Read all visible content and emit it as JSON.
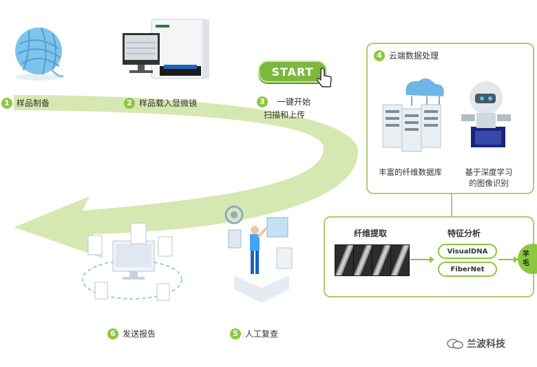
{
  "steps": [
    {
      "num": "1",
      "label": "样品制备"
    },
    {
      "num": "2",
      "label": "样品载入显微镜"
    },
    {
      "num": "3",
      "line1": "一键开始",
      "line2": "扫描和上传"
    },
    {
      "num": "4",
      "label": "云端数据处理"
    },
    {
      "num": "5",
      "label": "人工复查"
    },
    {
      "num": "6",
      "label": "发送报告"
    }
  ],
  "start_button": {
    "label": "START"
  },
  "cloud": {
    "database_label": "丰富的纤维数据库",
    "ai_line1": "基于深度学习",
    "ai_line2": "的图像识别"
  },
  "analysis": {
    "extract_label": "纤维提取",
    "feature_label": "特征分析",
    "methods": [
      "VisualDNA",
      "FiberNet"
    ],
    "result_line1": "羊",
    "result_line2": "毛"
  },
  "watermark": {
    "text": "兰波科技"
  },
  "colors": {
    "accent": "#8dc63f",
    "box_border": "#a9cf6a"
  }
}
